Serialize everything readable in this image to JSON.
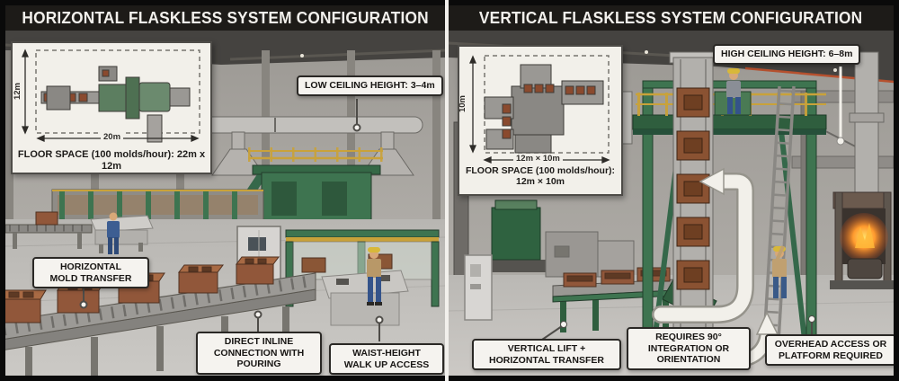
{
  "left": {
    "title": "HORIZONTAL FLASKLESS SYSTEM CONFIGURATION",
    "inset": {
      "caption": "FLOOR SPACE (100 molds/hour): 22m x 12m",
      "width_dim": "20m",
      "height_dim": "12m"
    },
    "callouts": {
      "ceiling": "LOW CEILING HEIGHT: 3–4m",
      "mold_transfer": "HORIZONTAL\nMOLD TRANSFER",
      "pouring": "DIRECT INLINE\nCONNECTION WITH\nPOURING",
      "access": "WAIST-HEIGHT\nWALK UP ACCESS"
    }
  },
  "right": {
    "title": "VERTICAL FLASKLESS SYSTEM CONFIGURATION",
    "inset": {
      "caption": "FLOOR SPACE (100 molds/hour):\n12m × 10m",
      "width_dim": "12m × 10m",
      "height_dim": "10m"
    },
    "callouts": {
      "ceiling": "HIGH CEILING HEIGHT: 6–8m",
      "lift": "VERTICAL LIFT +\nHORIZONTAL TRANSFER",
      "integration": "REQUIRES 90°\nINTEGRATION OR\nORIENTATION",
      "overhead": "OVERHEAD ACCESS OR\nPLATFORM REQUIRED"
    }
  },
  "colors": {
    "machine_green": "#3e7450",
    "railing_yellow": "#c9a23a",
    "mold_brown": "#8a5636",
    "label_bg": "#f5f3ef",
    "title_bg": "#1d1b18",
    "furnace_orange": "#ff8a2a"
  }
}
